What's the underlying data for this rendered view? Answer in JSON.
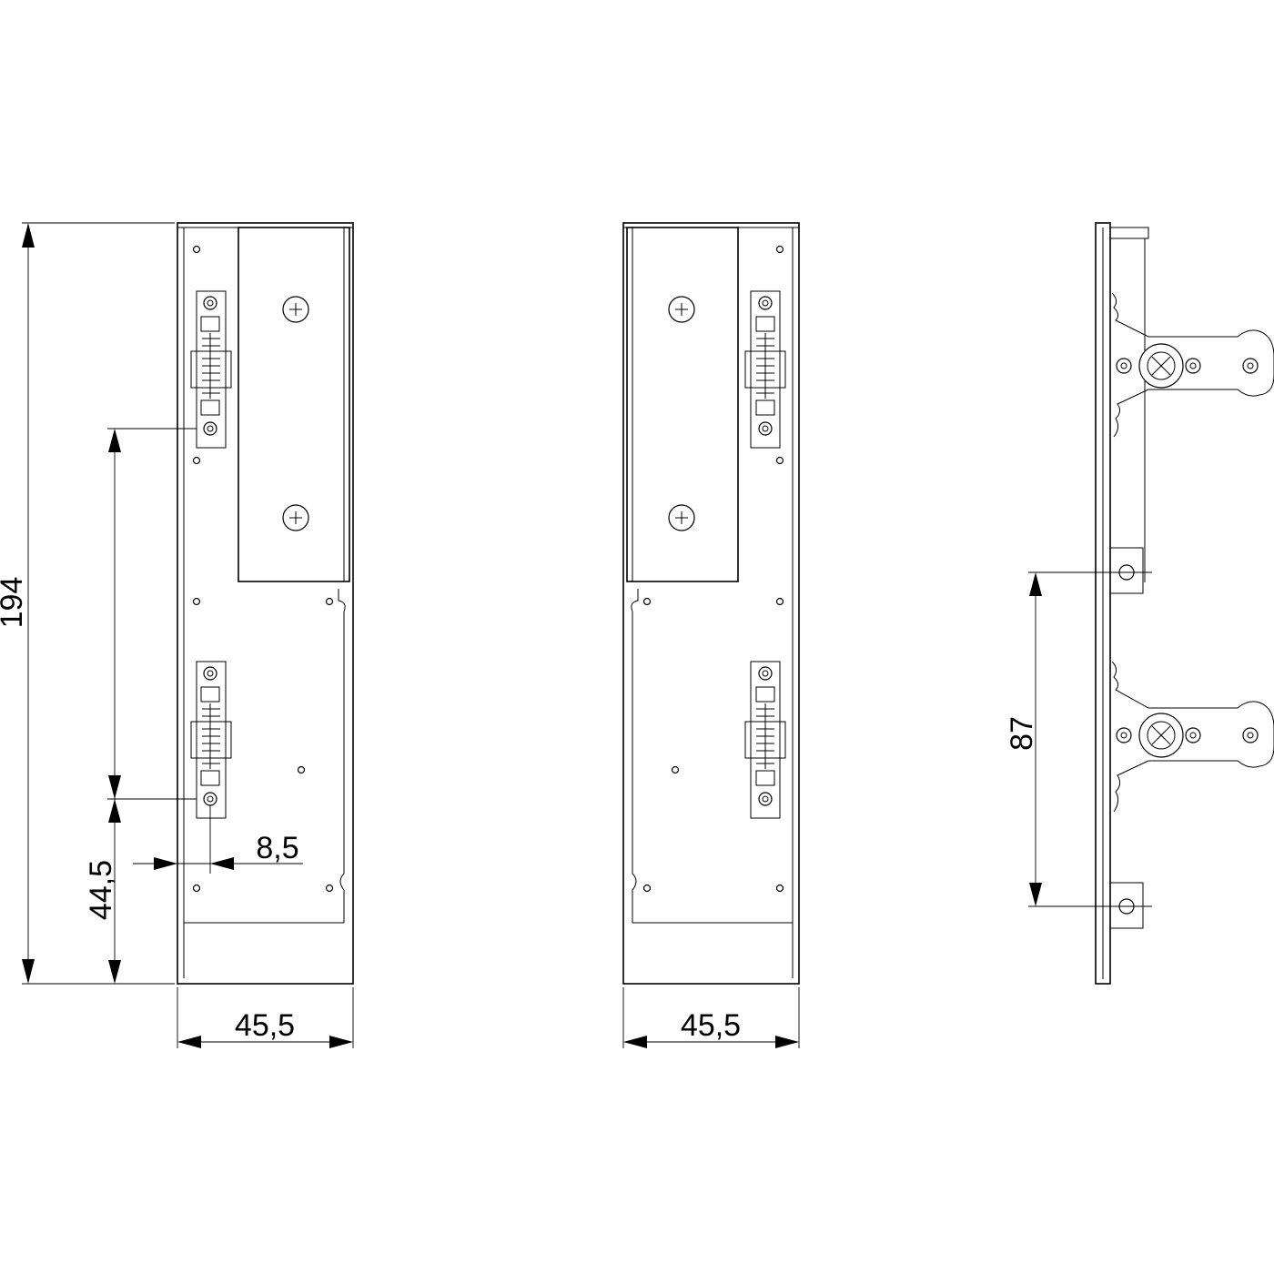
{
  "dimensions": {
    "height_total": "194",
    "width_front": "45,5",
    "width_back": "45,5",
    "clip_spacing": "44,5",
    "clip_offset": "8,5",
    "side_spacing": "87"
  },
  "colors": {
    "line": "#000000",
    "background": "#ffffff"
  }
}
